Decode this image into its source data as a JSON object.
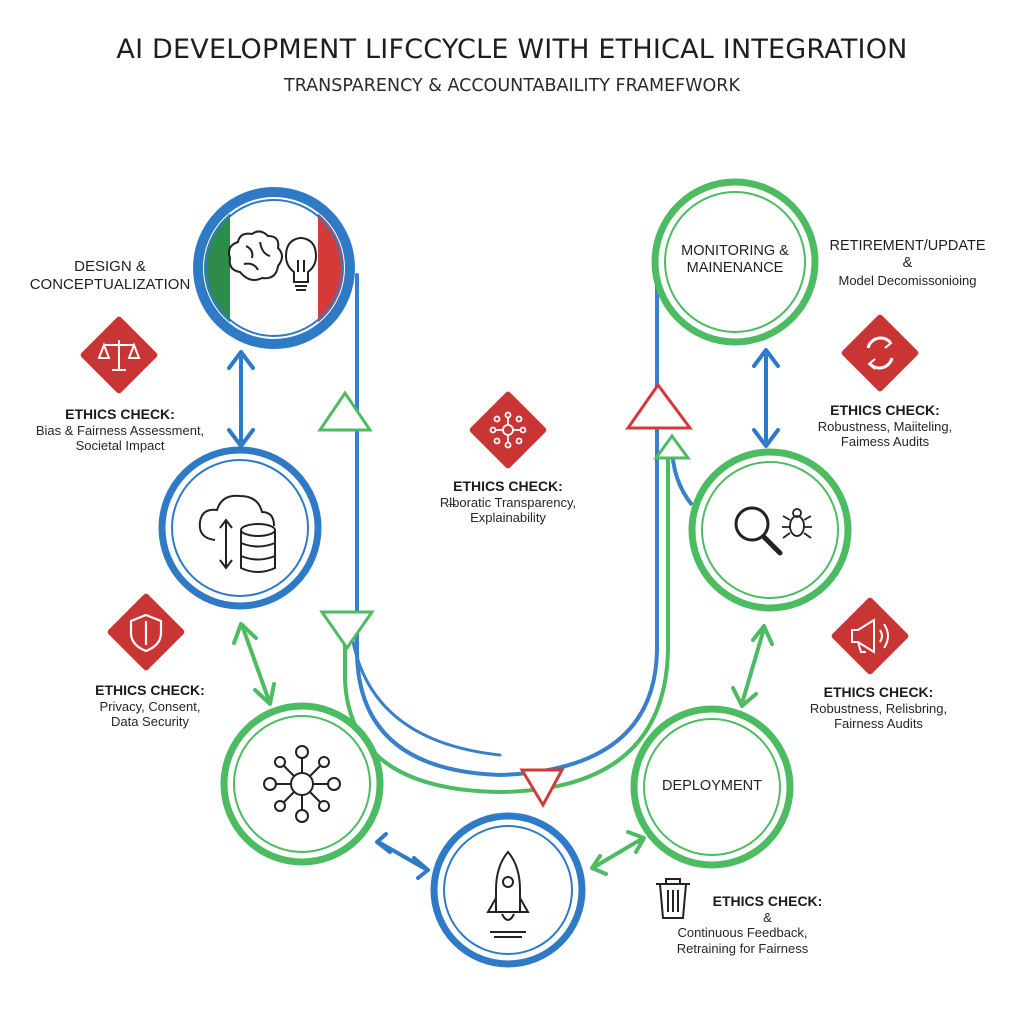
{
  "title": "AI DEVELOPMENT LIFCCYCLE WITH ETHICAL INTEGRATION",
  "subtitle": "TRANSPARENCY & ACCOUNTABAILITY FRAMEFWORK",
  "stages": {
    "design": {
      "line1": "DESIGN &",
      "line2": "CONCEPTUALIZATION"
    },
    "monitoring": {
      "line1": "MONITORING &",
      "line2": "MAINENANCE"
    },
    "retirement": {
      "line1": "RETIREMENT/UPDATE",
      "line2": "&",
      "line3": "Model Decomissonioing"
    },
    "deployment": {
      "label": "DEPLOYMENT"
    }
  },
  "ethics_checks": {
    "design": {
      "title": "ETHICS CHECK:",
      "line1": "Bias & Fairness Assessment,",
      "line2": "Societal Impact"
    },
    "center": {
      "title": "ETHICS CHECK:",
      "line1": "Rl̶boratic Transparency,",
      "line2": "Explainability"
    },
    "monitoring": {
      "title": "ETHICS CHECK:",
      "line1": "Robustness, Maiiteling,",
      "line2": "Faimess Audits"
    },
    "data": {
      "title": "ETHICS CHECK:",
      "line1": "Privacy, Consent,",
      "line2": "Data Security"
    },
    "deployment": {
      "title": "ETHICS CHECK:",
      "line1": "Robustness, Relisbring,",
      "line2": "Fairness Audits"
    },
    "feedback": {
      "title": "ETHICS CHECK:",
      "amp": "&",
      "line1": "Continuous Feedback,",
      "line2": "Retraining for Fairness"
    }
  },
  "colors": {
    "blue": "#2f7ac6",
    "green": "#4dbb62",
    "red": "#c93535",
    "flag_green": "#2e8b4a",
    "flag_red": "#d63a36"
  },
  "icons": [
    "brain-icon",
    "lightbulb-icon",
    "cloud-database-icon",
    "network-hub-icon",
    "rocket-icon",
    "magnifier-icon",
    "bug-icon",
    "scales-icon",
    "network-small-icon",
    "refresh-icon",
    "shield-icon",
    "megaphone-icon",
    "trash-icon"
  ]
}
